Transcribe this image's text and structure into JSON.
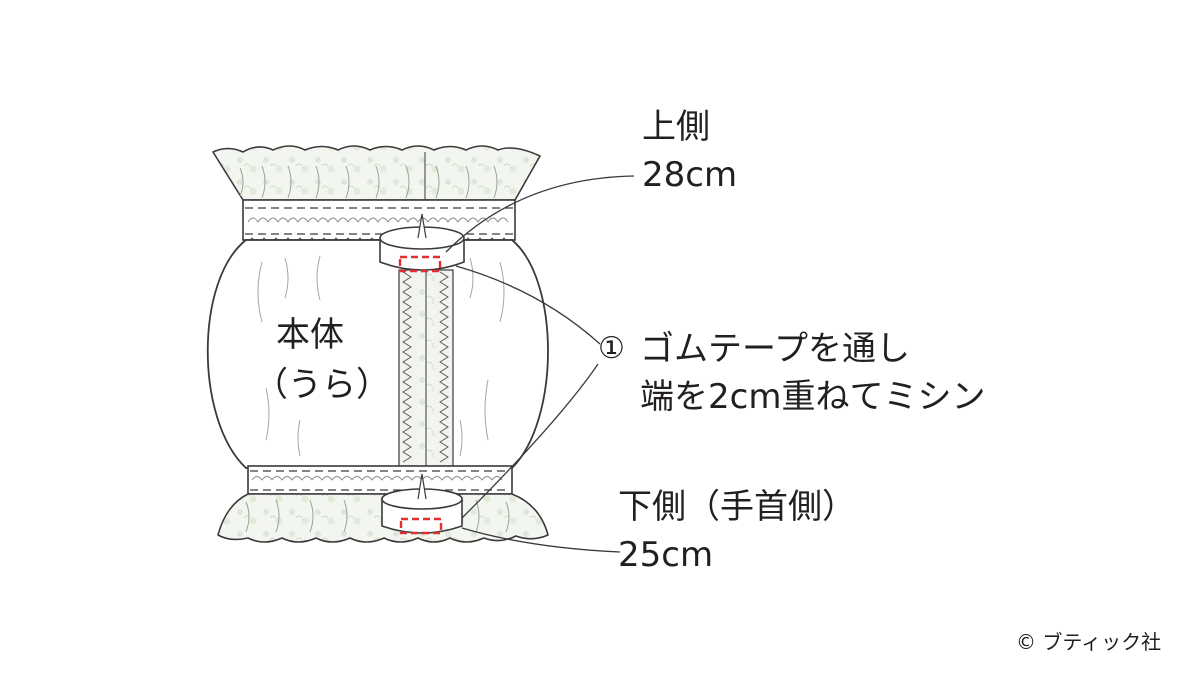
{
  "labels": {
    "top_side": "上側",
    "top_size": "28cm",
    "body_line1": "本体",
    "body_line2": "（うら）",
    "step_number": "①",
    "step_line1": "ゴムテープを通し",
    "step_line2": "端を2cm重ねてミシン",
    "bottom_side": "下側（手首側）",
    "bottom_size": "25cm"
  },
  "copyright": "© ブティック社",
  "colors": {
    "line": "#3a3a3a",
    "stitch_mark": "#e03030",
    "fabric_tint": "#e8efe4",
    "text": "#231f20"
  }
}
